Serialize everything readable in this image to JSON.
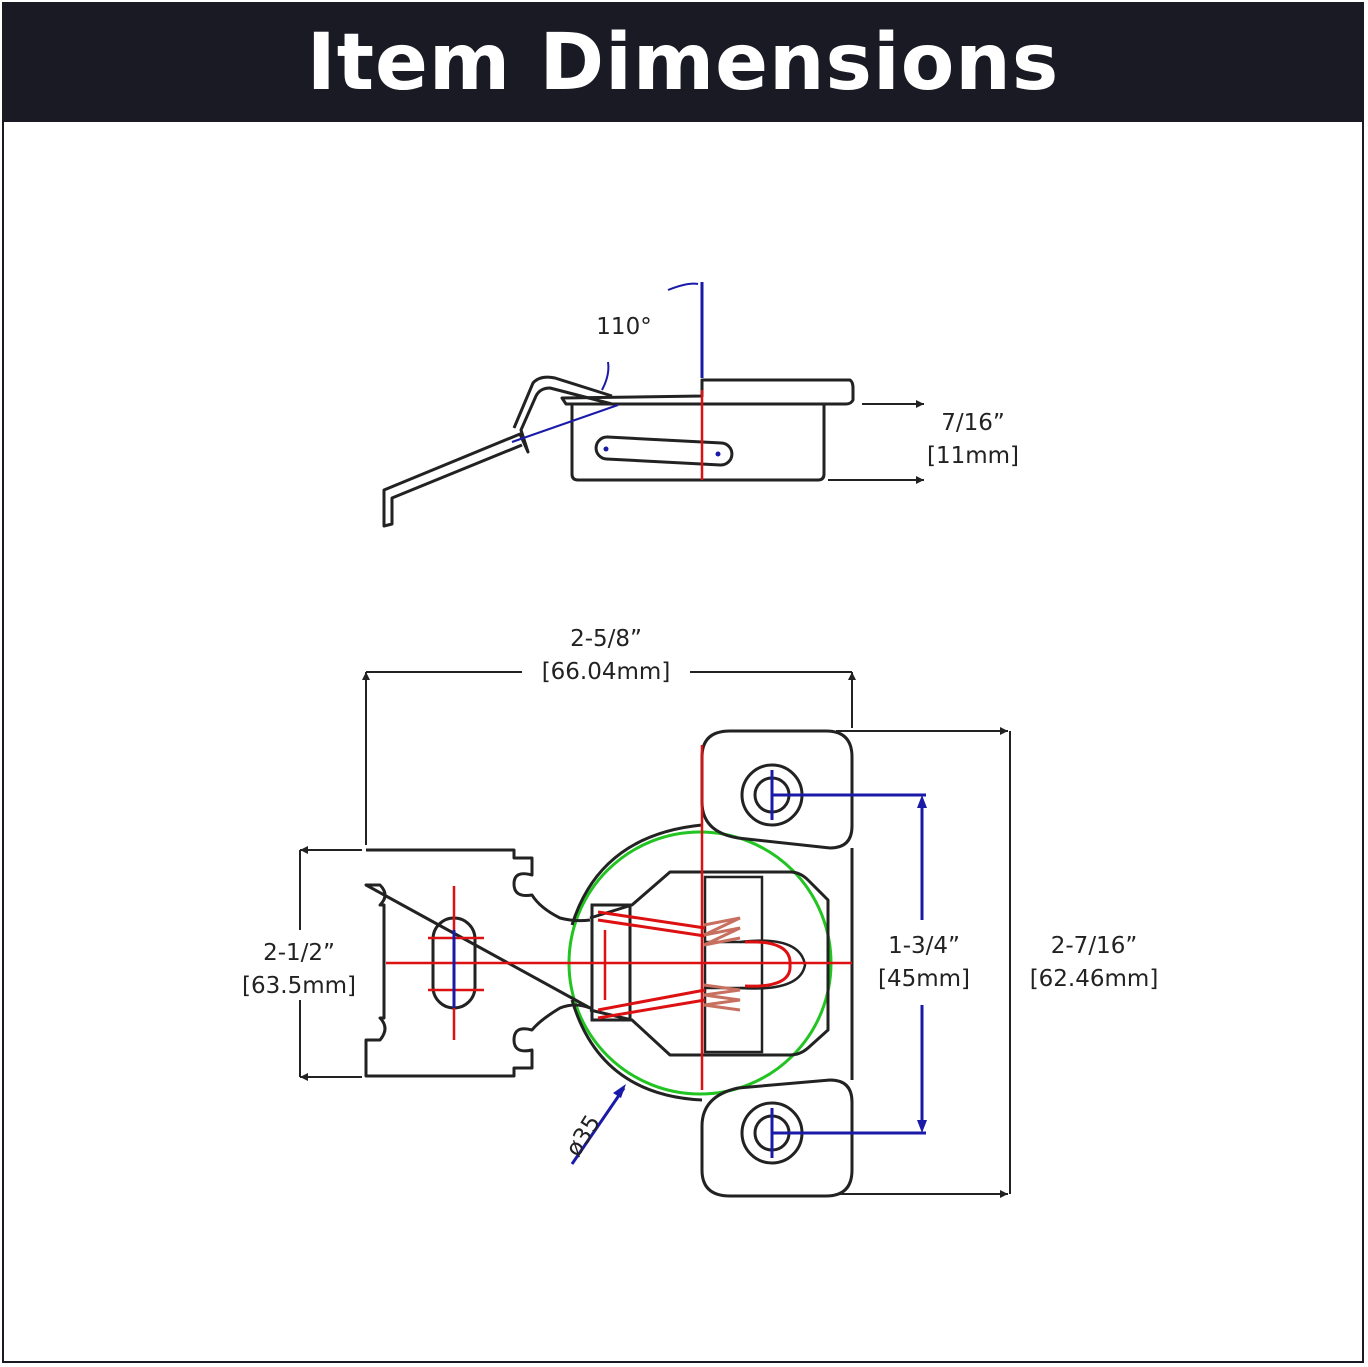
{
  "title": "Item Dimensions",
  "colors": {
    "banner": "#1a1a24",
    "outline": "#222222",
    "dimension_blue": "#1a1aa8",
    "centerline_red": "#dd1111",
    "cup_green": "#22c422",
    "spring_copper": "#c87060"
  },
  "side_view": {
    "angle_label": "110°",
    "thickness_inch": "7/16”",
    "thickness_mm": "[11mm]"
  },
  "top_view": {
    "overall_width_inch": "2-5/8”",
    "overall_width_mm": "[66.04mm]",
    "plate_height_inch": "2-1/2”",
    "plate_height_mm": "[63.5mm]",
    "hole_spacing_inch": "1-3/4”",
    "hole_spacing_mm": "[45mm]",
    "overall_height_inch": "2-7/16”",
    "overall_height_mm": "[62.46mm]",
    "cup_diameter": "ø35"
  }
}
